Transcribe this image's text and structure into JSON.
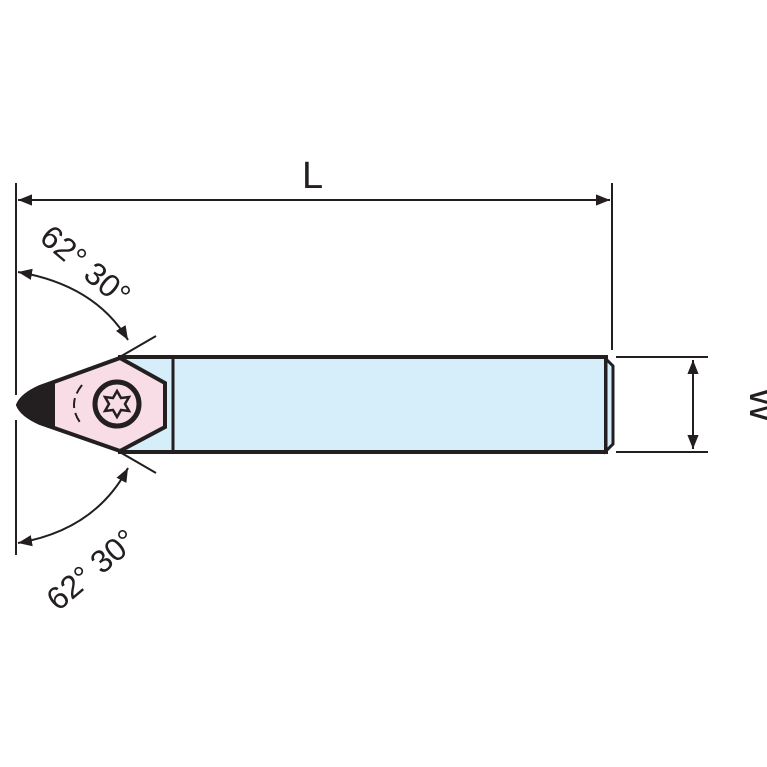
{
  "dimensions": {
    "length_label": "L",
    "width_label": "W",
    "top_angle_label": "62° 30°",
    "bottom_angle_label": "62° 30°"
  },
  "colors": {
    "shank": "#d6eef9",
    "insert": "#f8dde6",
    "line": "#231f20"
  }
}
